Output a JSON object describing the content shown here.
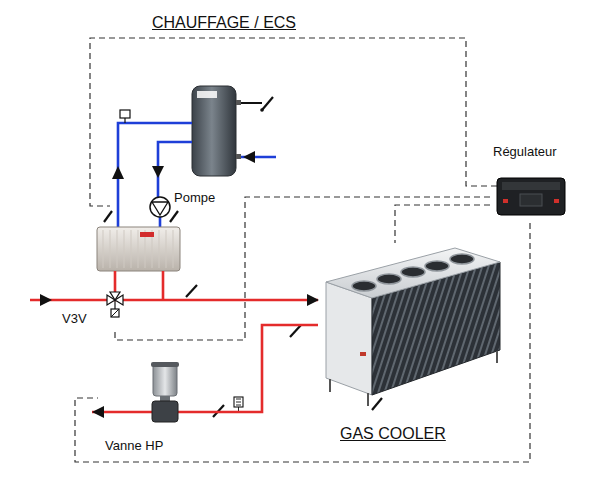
{
  "diagram": {
    "title": "CHAUFFAGE / ECS",
    "nodes": [
      {
        "text": [
          "Régulateur"
        ]
      },
      {
        "text": [
          "Pompe"
        ]
      },
      {
        "text": [
          "V3V"
        ]
      },
      {
        "text": [
          "GAS COOLER"
        ]
      },
      {
        "text": [
          "Vanne HP"
        ]
      }
    ],
    "edges": [
      {
        "from": 0,
        "to": 3,
        "arrow": "none"
      },
      {
        "from": 0,
        "to": 2,
        "arrow": "none"
      },
      {
        "from": 0,
        "to": 4,
        "arrow": "none"
      },
      {
        "from": 2,
        "to": 3,
        "arrow": "to"
      },
      {
        "from": 3,
        "to": 4,
        "arrow": "none"
      }
    ]
  }
}
